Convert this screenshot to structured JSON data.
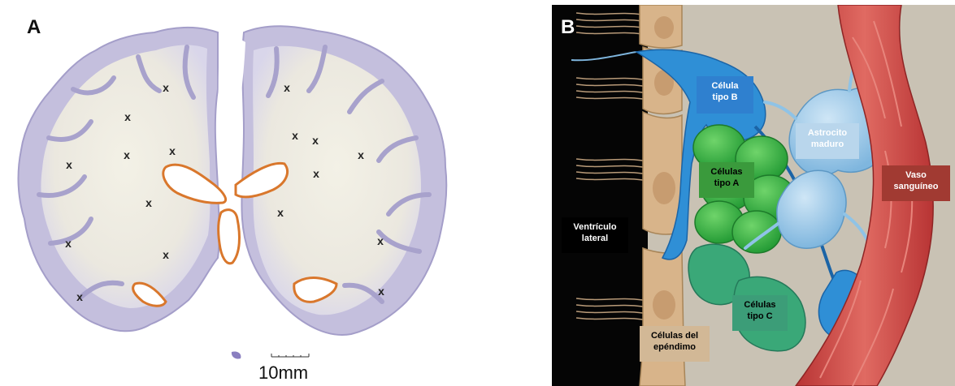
{
  "panel_a": {
    "letter": "A",
    "marker": "x",
    "scale_bar_label": "10mm"
  },
  "panel_b": {
    "letter": "B",
    "labels": {
      "celula_b": [
        "Célula",
        "tipo B"
      ],
      "astrocito": [
        "Astrocito",
        "maduro"
      ],
      "celulas_a": [
        "Células",
        "tipo A"
      ],
      "vaso": [
        "Vaso",
        "sanguíneo"
      ],
      "ventriculo": [
        "Ventrículo",
        "lateral"
      ],
      "celulas_c": [
        "Células",
        "tipo C"
      ],
      "ependimo": [
        "Células del",
        "epéndimo"
      ]
    }
  },
  "colors": {
    "tissue": "#c9c5e0",
    "outline": "#d9772c",
    "ventricle_bg": "#050505",
    "ependyma": "#d8b48a",
    "type_b": "#2f8fd6",
    "type_a": "#3db54a",
    "type_c": "#3aa878",
    "astrocyte": "#8fc3e6",
    "vessel": "#d14b4b"
  }
}
